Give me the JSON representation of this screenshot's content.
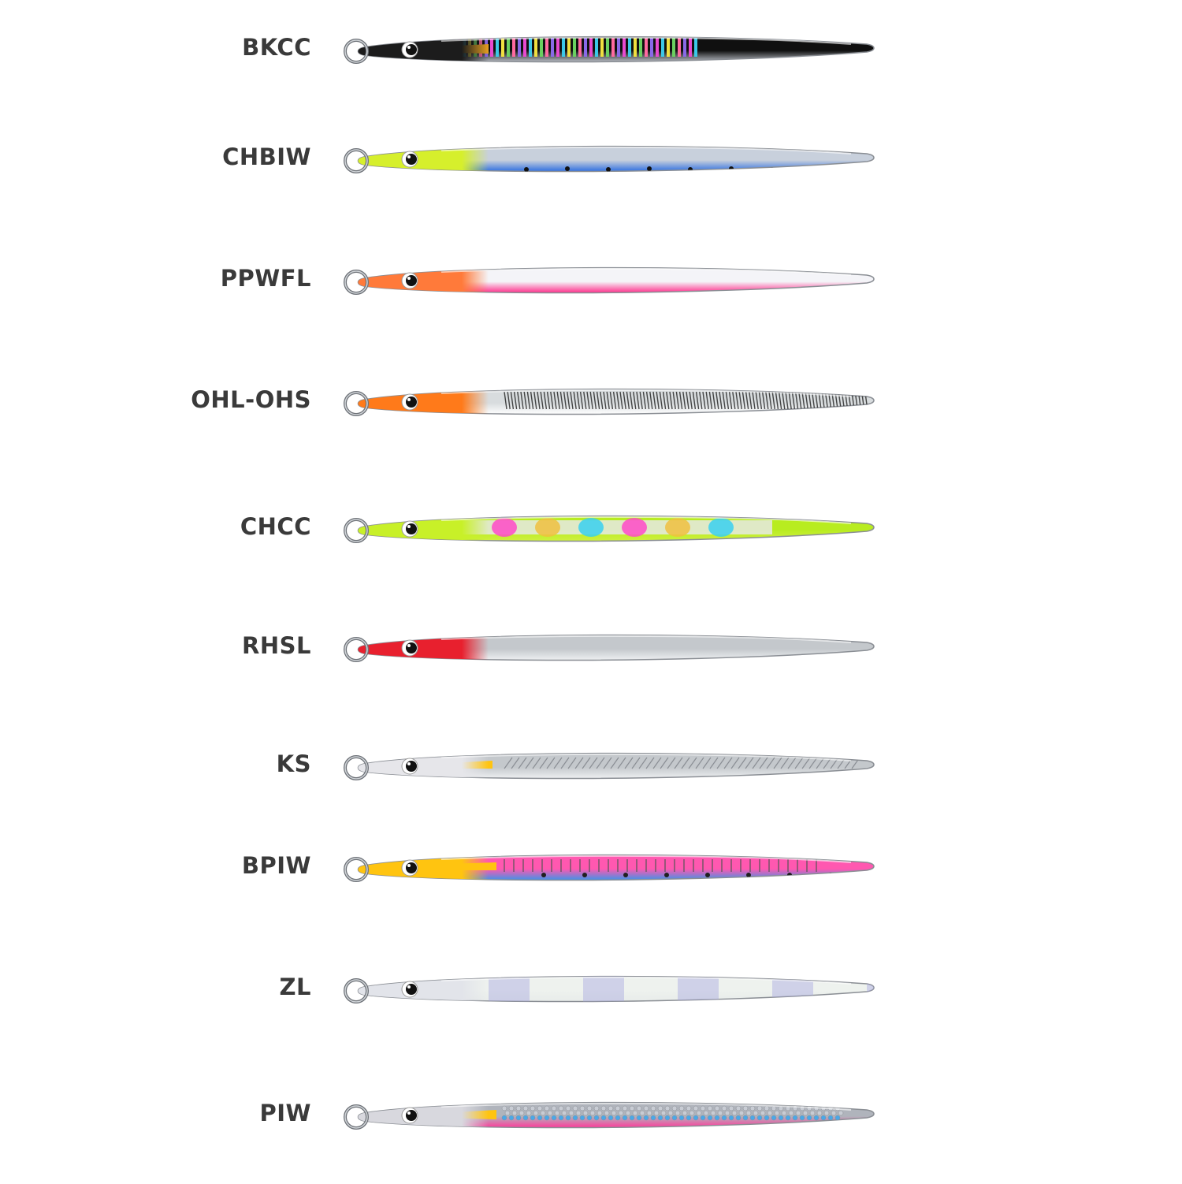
{
  "lures": [
    {
      "code": "BKCC",
      "pattern": "candy-stripes",
      "colors": {
        "head": "#1c1c1c",
        "back": "#101010",
        "belly": "#b8bcc4",
        "accent": "#e8a020"
      }
    },
    {
      "code": "CHBIW",
      "pattern": "dots",
      "colors": {
        "head": "#d6ef2c",
        "back": "#c8d0dc",
        "belly": "#2f6fe0",
        "accent": "#111111"
      }
    },
    {
      "code": "PPWFL",
      "pattern": "plain",
      "colors": {
        "head": "#ff7a3a",
        "back": "#f4f4f8",
        "belly": "#ff2d8a",
        "accent": "#d8d8ec"
      }
    },
    {
      "code": "OHL-OHS",
      "pattern": "hatch",
      "colors": {
        "head": "#ff7a1a",
        "back": "#d8dcde",
        "belly": "#ffffff",
        "accent": "#2a2a2a"
      }
    },
    {
      "code": "CHCC",
      "pattern": "spots",
      "colors": {
        "head": "#c8f028",
        "back": "#b8ec20",
        "belly": "#d0f040",
        "accent": "#e8e8f0"
      }
    },
    {
      "code": "RHSL",
      "pattern": "plain",
      "colors": {
        "head": "#e8202e",
        "back": "#c4c8cc",
        "belly": "#eef0f2",
        "accent": "#9aa0a6"
      }
    },
    {
      "code": "KS",
      "pattern": "scribble",
      "colors": {
        "head": "#e6e6ea",
        "back": "#c4c8cc",
        "belly": "#eef0f2",
        "accent": "#ffc410"
      }
    },
    {
      "code": "BPIW",
      "pattern": "bars",
      "colors": {
        "head": "#ffc410",
        "back": "#ff58b0",
        "belly": "#3e92e8",
        "accent": "#202020"
      }
    },
    {
      "code": "ZL",
      "pattern": "zebra",
      "colors": {
        "head": "#e2e4ea",
        "back": "#eef2ee",
        "belly": "#e8ecea",
        "accent": "#a8a8e0"
      }
    },
    {
      "code": "PIW",
      "pattern": "scales",
      "colors": {
        "head": "#d8d8de",
        "back": "#b0b4bc",
        "belly": "#ff3a9a",
        "accent": "#ffc410"
      }
    }
  ]
}
